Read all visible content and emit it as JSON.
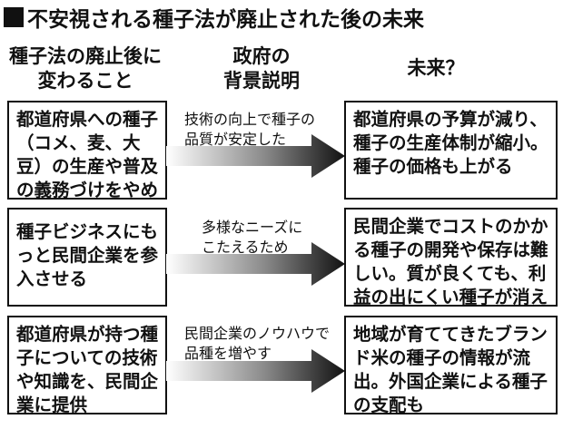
{
  "title": "不安視される種子法が廃止された後の未来",
  "headers": {
    "col1": [
      "種子法の廃止後に",
      "変わること"
    ],
    "col2": [
      "政府の",
      "背景説明"
    ],
    "col3": "未来？"
  },
  "rows": [
    {
      "change": "都道府県への種子（コメ、麦、大豆）の生産や普及の義務づけをやめる",
      "reason": [
        "技術の向上で種子の",
        "品質が安定した"
      ],
      "future": "都道府県の予算が減り、種子の生産体制が縮小。種子の価格も上がる"
    },
    {
      "change": "種子ビジネスにもっと民間企業を参入させる",
      "reason": [
        "多様なニーズに",
        "こたえるため"
      ],
      "future": "民間企業でコストのかかる種子の開発や保存は難しい。質が良くても、利益の出にくい種子が消える"
    },
    {
      "change": "都道府県が持つ種子についての技術や知識を、民間企業に提供",
      "reason": [
        "民間企業のノウハウで",
        "品種を増やす"
      ],
      "future": "地域が育ててきたブランド米の種子の情報が流出。外国企業による種子の支配も"
    }
  ]
}
